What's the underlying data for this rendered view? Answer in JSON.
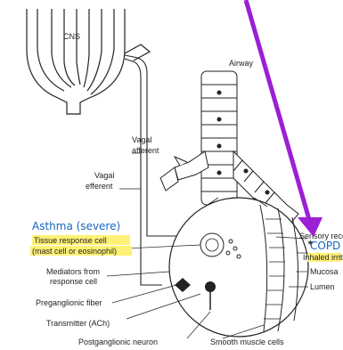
{
  "labels": {
    "cns": "CNS",
    "airway": "Airway",
    "vagal_afferent_1": "Vagal",
    "vagal_afferent_2": "afferent",
    "vagal_efferent_1": "Vagal",
    "vagal_efferent_2": "efferent",
    "tissue_response_1": "Tissue response cell",
    "tissue_response_2": "(mast cell or eosinophil)",
    "mediators_1": "Mediators from",
    "mediators_2": "response cell",
    "preganglionic": "Preganglionic fiber",
    "transmitter": "Transmitter (ACh)",
    "postganglionic": "Postganglionic neuron",
    "smooth_muscle": "Smooth muscle cells",
    "sensory_receptor": "Sensory receptor",
    "inhaled_irritant": "Inhaled irritant",
    "mucosa": "Mucosa",
    "lumen": "Lumen"
  },
  "annotations": {
    "asthma": "Asthma (severe)",
    "copd": "COPD"
  },
  "colors": {
    "arrow": "#9b1fd4",
    "handwriting": "#1565c0",
    "highlight": "#fff176",
    "ink": "#222222"
  }
}
